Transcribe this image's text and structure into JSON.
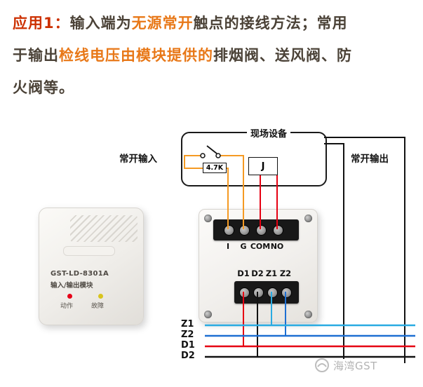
{
  "header": {
    "segments": [
      {
        "text": "应用1：",
        "color": "red"
      },
      {
        "text": "输入端为",
        "color": "dark"
      },
      {
        "text": "无源常开",
        "color": "orange"
      },
      {
        "text": "触点的接线方法；常用",
        "color": "dark"
      },
      {
        "text": "于输出",
        "color": "dark"
      },
      {
        "text": "检线电压由模块提供的",
        "color": "orange"
      },
      {
        "text": "排烟阀、送风阀、防",
        "color": "dark"
      },
      {
        "text": "火阀等。",
        "color": "dark"
      }
    ]
  },
  "diagram": {
    "field_device_label": "现场设备",
    "input_label": "常开输入",
    "output_label": "常开输出",
    "resistor_value": "4.7K",
    "relay_label": "J",
    "top_terminals": [
      "I",
      "G",
      "COM",
      "NO"
    ],
    "bottom_terminals": [
      "D1",
      "D2",
      "Z1",
      "Z2"
    ],
    "bus_labels": [
      "Z1",
      "Z2",
      "D1",
      "D2"
    ]
  },
  "module_photo": {
    "model": "GST-LD-8301A",
    "type_label": "输入/输出模块",
    "led_action_label": "动作",
    "led_fault_label": "故障"
  },
  "watermark": {
    "text": "海湾GST"
  },
  "colors": {
    "title_red": "#cc3000",
    "highlight_orange": "#e87818",
    "body_text": "#4b4237",
    "wire_orange": "#f59a23",
    "wire_red": "#e60012",
    "wire_cyan": "#29abe2",
    "wire_blue": "#1d6fd2",
    "wire_black": "#121212",
    "led_red": "#e60018",
    "led_yellow": "#d8c41e"
  }
}
